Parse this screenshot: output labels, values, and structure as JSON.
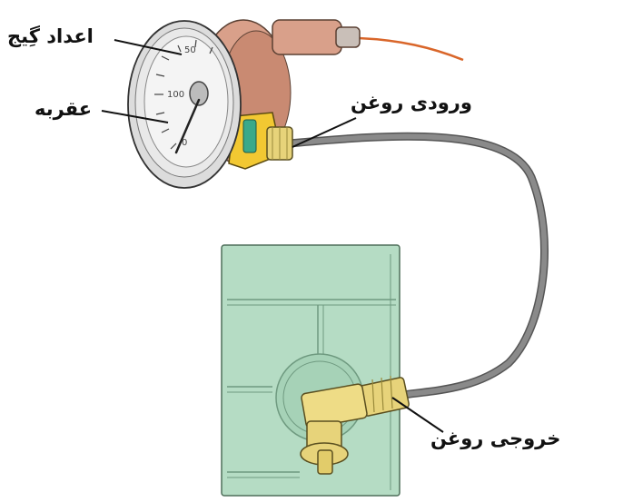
{
  "labels": {
    "gauge_numbers": "اعداد گِیج",
    "needle": "عقربه",
    "oil_inlet": "ورودی روغن",
    "oil_outlet": "خروجی روغن"
  },
  "dial": {
    "tick_labels": [
      "0",
      "50",
      "100"
    ]
  },
  "colors": {
    "engine_block": "#b5dcc4",
    "engine_lines": "#6f9a80",
    "gauge_bezel": "#dcdcdc",
    "gauge_back": "#d9a08a",
    "brass_fitting": "#e7d37a",
    "yellow_bracket": "#f2c832",
    "tube": "#8a8a8a",
    "wire": "#d9662a",
    "leader_line": "#111111"
  }
}
